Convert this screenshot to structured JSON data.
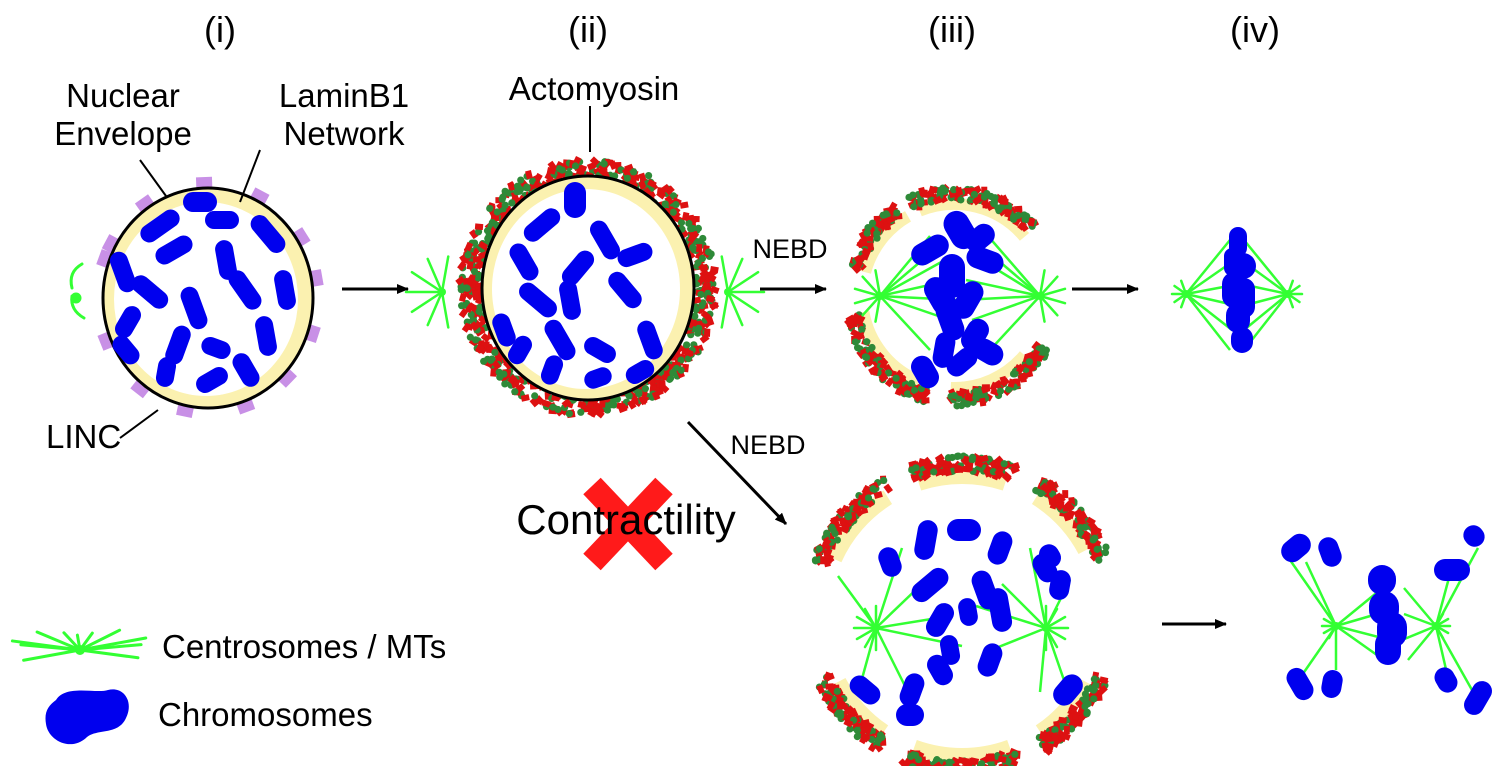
{
  "stage_labels": [
    "(i)",
    "(ii)",
    "(iii)",
    "(iv)"
  ],
  "labels": {
    "nuclear_envelope_line1": "Nuclear",
    "nuclear_envelope_line2": "Envelope",
    "laminb1_line1": "LaminB1",
    "laminb1_line2": "Network",
    "linc": "LINC",
    "actomyosin": "Actomyosin",
    "nebd_top": "NEBD",
    "nebd_diag": "NEBD",
    "contractility": "Contractility"
  },
  "legend": {
    "centrosomes": "Centrosomes / MTs",
    "chromosomes": "Chromosomes"
  },
  "colors": {
    "chromosome": "#0000ee",
    "microtubule": "#33ff33",
    "linc": "#c890e6",
    "lamina": "#fbf1b0",
    "actin": "#dd1111",
    "myosin": "#2e8a38",
    "cross": "#ff1a1a",
    "outline": "#000000"
  },
  "icons": {
    "cross": "x-mark-icon",
    "centrosome": "aster-icon",
    "chromosome": "chromosome-icon"
  }
}
